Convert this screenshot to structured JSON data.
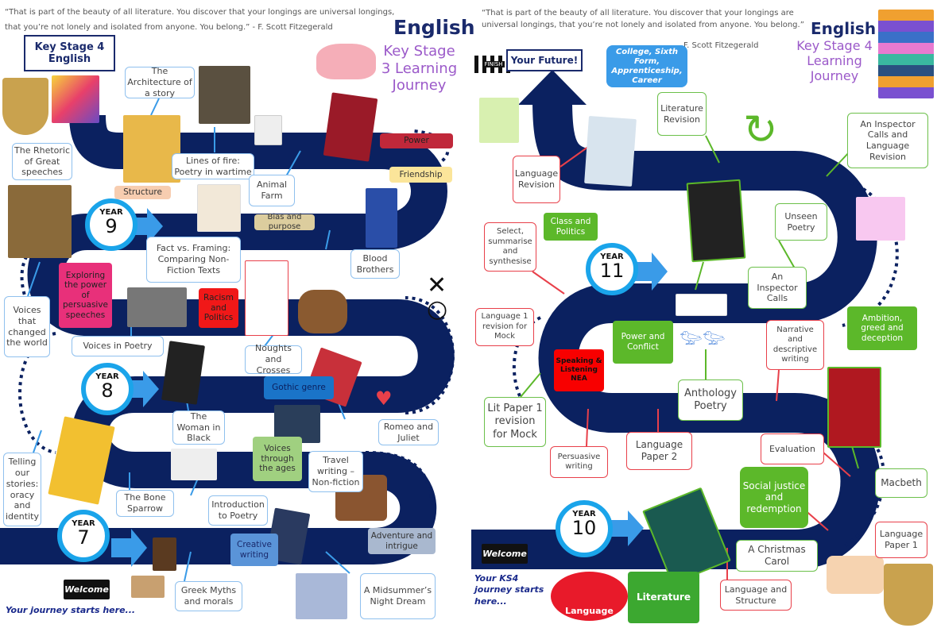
{
  "ks3": {
    "quote_line1": "“That is part of the beauty of all literature. You discover that your longings are universal longings,",
    "quote_line2": "that you’re not lonely and isolated from anyone. You belong.” - F. Scott Fitzegerald",
    "title": "English",
    "subtitle": "Key Stage 3 Learning Journey",
    "banner": "Key Stage 4 English",
    "years": {
      "y9": "9",
      "y8": "8",
      "y7": "7",
      "label": "YEAR"
    },
    "topics": {
      "architecture": "The Architecture of a story",
      "rhetoric": "The Rhetoric of Great speeches",
      "lines_of_fire": "Lines of fire: Poetry in wartime",
      "structure": "Structure",
      "animal_farm": "Animal Farm",
      "power": "Power",
      "friendship": "Friendship",
      "bias": "Bias and purpose",
      "fact_framing": "Fact vs. Framing: Comparing Non-Fiction Texts",
      "blood_brothers": "Blood Brothers",
      "exploring": "Exploring the power of persuasive speeches",
      "voices_world": "Voices that changed the world",
      "racism": "Racism and Politics",
      "voices_poetry": "Voices in Poetry",
      "noughts": "Noughts and Crosses",
      "gothic": "Gothic genre",
      "woman_black": "The Woman in Black",
      "romeo": "Romeo and Juliet",
      "voices_ages": "Voices through the ages",
      "travel": "Travel writing – Non-fiction",
      "telling": "Telling our stories: oracy and identity",
      "bone_sparrow": "The Bone Sparrow",
      "intro_poetry": "Introduction to Poetry",
      "adventure": "Adventure and intrigue",
      "creative": "Creative writing",
      "greek": "Greek Myths and morals",
      "midsummer": "A Midsummer’s Night Dream"
    },
    "welcome": "Welcome",
    "start": "Your journey starts here..."
  },
  "ks4": {
    "quote_line1": "“That is part of the beauty of all literature. You discover that your longings are",
    "quote_line2": "universal longings, that you’re not lonely and isolated from anyone. You belong.”",
    "author": "F. Scott Fitzegerald",
    "title": "English",
    "subtitle": "Key Stage 4 Learning Journey",
    "future": "Your Future!",
    "finish": "FINISH",
    "college": "College, Sixth Form, Apprenticeship, Career",
    "years": {
      "y11": "11",
      "y10": "10",
      "label": "YEAR"
    },
    "topics": {
      "lit_revision": "Literature Revision",
      "aic_lang_revision": "An Inspector Calls and Language Revision",
      "lang_revision": "Language Revision",
      "class_politics": "Class and Politics",
      "unseen": "Unseen Poetry",
      "select": "Select, summarise and synthesise",
      "aic": "An Inspector Calls",
      "ambition": "Ambition, greed and deception",
      "lang1_mock": "Language 1 revision for Mock",
      "power_conflict": "Power and Conflict",
      "narrative": "Narrative and descriptive writing",
      "speaking": "Speaking & Listening NEA",
      "anthology": "Anthology Poetry",
      "lit1_mock": "Lit Paper 1 revision for Mock",
      "persuasive": "Persuasive writing",
      "lang2": "Language Paper 2",
      "evaluation": "Evaluation",
      "macbeth": "Macbeth",
      "social": "Social justice and redemption",
      "lang1": "Language Paper 1",
      "carol": "A Christmas Carol",
      "lang_structure": "Language and Structure"
    },
    "welcome": "Welcome",
    "start": "Your KS4 journey starts here...",
    "language_label": "Language",
    "literature_label": "Literature"
  },
  "colors": {
    "road": "#0b2160",
    "ring": "#1aa4ea",
    "arrow": "#3a9be8",
    "green": "#5cb82a",
    "red": "#e8404a",
    "purple": "#9b59c9"
  }
}
